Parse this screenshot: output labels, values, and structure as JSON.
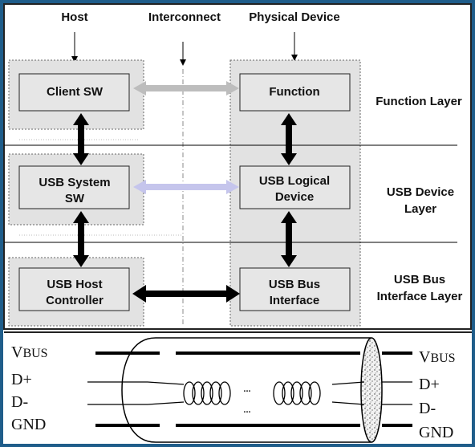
{
  "columns": {
    "host": "Host",
    "interconnect": "Interconnect",
    "physical_device": "Physical Device"
  },
  "layers": {
    "function": "Function Layer",
    "device_line1": "USB Device",
    "device_line2": "Layer",
    "bus_line1": "USB Bus",
    "bus_line2": "Interface Layer"
  },
  "host_boxes": {
    "client_sw": "Client SW",
    "system_sw_line1": "USB System",
    "system_sw_line2": "SW",
    "host_controller_line1": "USB Host",
    "host_controller_line2": "Controller"
  },
  "device_boxes": {
    "function": "Function",
    "logical_device_line1": "USB Logical",
    "logical_device_line2": "Device",
    "bus_interface_line1": "USB Bus",
    "bus_interface_line2": "Interface"
  },
  "cable": {
    "vbus_cap": "V",
    "vbus_rest": "BUS",
    "dplus": "D+",
    "dminus": "D-",
    "gnd": "GND",
    "ellipsis": "..."
  },
  "colors": {
    "background_blue": "#1f5d8a",
    "box_fill": "#e2e2e2",
    "arrow_gray": "#bdbdbd",
    "arrow_lavender": "#c5c5ec",
    "arrow_black": "#000000"
  }
}
